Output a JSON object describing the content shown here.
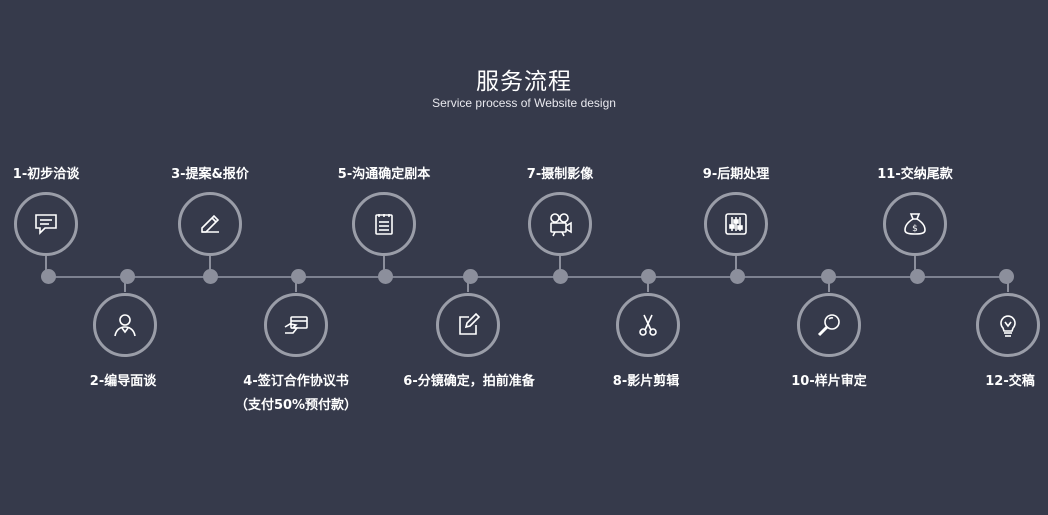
{
  "header": {
    "title": "服务流程",
    "subtitle": "Service process of Website design"
  },
  "steps": [
    {
      "label": "1-初步洽谈",
      "icon": "chat-bubble-icon"
    },
    {
      "label": "2-编导面谈",
      "icon": "person-icon"
    },
    {
      "label": "3-提案&报价",
      "icon": "pencil-icon"
    },
    {
      "label": "4-签订合作协议书",
      "label2": "（支付50%预付款）",
      "icon": "card-payment-icon"
    },
    {
      "label": "5-沟通确定剧本",
      "icon": "notepad-icon"
    },
    {
      "label": "6-分镜确定，拍前准备",
      "icon": "edit-icon"
    },
    {
      "label": "7-摄制影像",
      "icon": "video-camera-icon"
    },
    {
      "label": "8-影片剪辑",
      "icon": "scissors-icon"
    },
    {
      "label": "9-后期处理",
      "icon": "sliders-icon"
    },
    {
      "label": "10-样片审定",
      "icon": "magnifier-icon"
    },
    {
      "label": "11-交纳尾款",
      "icon": "money-bag-icon"
    },
    {
      "label": "12-交稿",
      "icon": "lightbulb-icon"
    }
  ]
}
